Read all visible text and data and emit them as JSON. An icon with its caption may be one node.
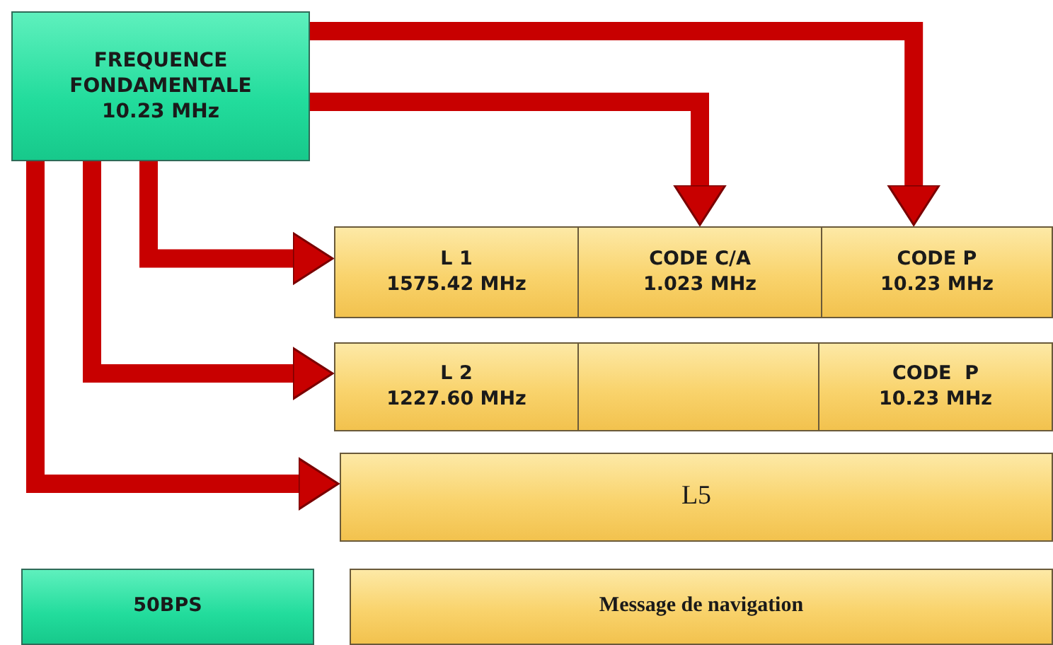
{
  "diagram": {
    "nodes": [
      {
        "text": [
          "FREQUENCE FONDAMENTALE 10.23 MHz"
        ]
      },
      {
        "text": [
          "L 1",
          "1575.42 MHz"
        ]
      },
      {
        "text": [
          "CODE C/A",
          "1.023 MHz"
        ]
      },
      {
        "text": [
          "CODE P",
          "10.23 MHz"
        ]
      },
      {
        "text": [
          "L 2",
          "1227.60 MHz"
        ]
      },
      {
        "text": [],
        "shape": "box"
      },
      {
        "text": [
          "CODE  P",
          "10.23 MHz"
        ]
      },
      {
        "text": [
          "L5"
        ]
      },
      {
        "text": [
          "50BPS"
        ]
      },
      {
        "text": [
          "Message de navigation"
        ]
      }
    ],
    "edges": [
      {
        "from": 0,
        "to": 3,
        "arrow": "to"
      },
      {
        "from": 0,
        "to": 2,
        "arrow": "to"
      },
      {
        "from": 0,
        "to": 1,
        "arrow": "to"
      },
      {
        "from": 0,
        "to": 4,
        "arrow": "to"
      },
      {
        "from": 0,
        "to": 7,
        "arrow": "to"
      }
    ]
  }
}
